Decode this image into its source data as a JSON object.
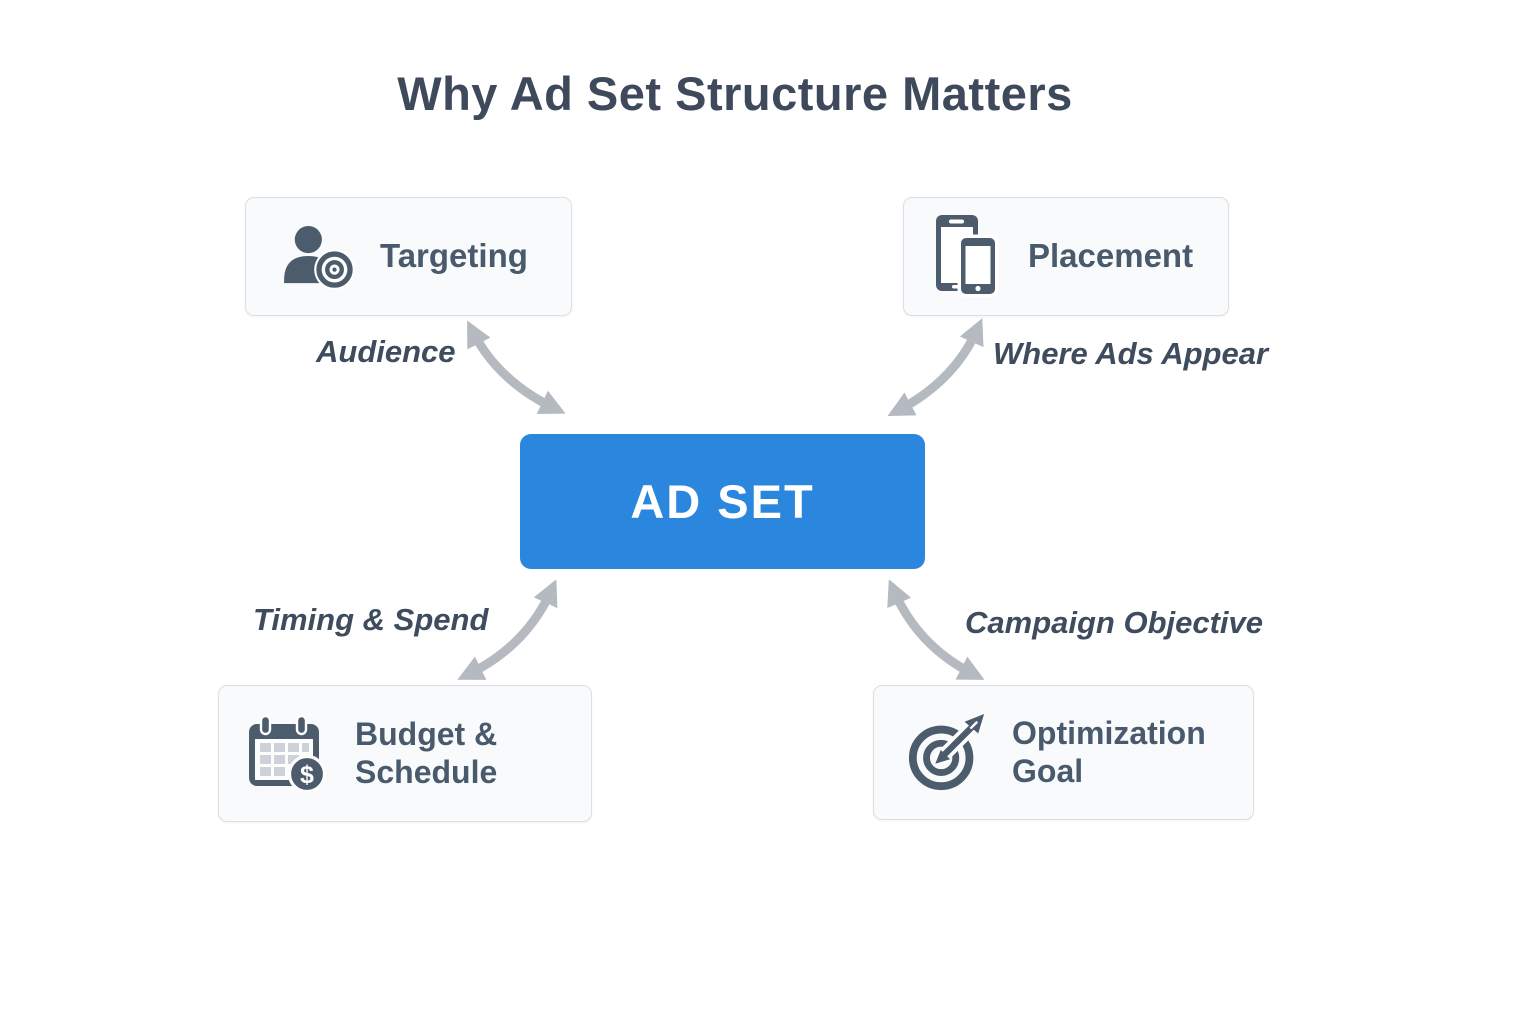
{
  "title": "Why Ad Set Structure Matters",
  "center": {
    "label": "AD SET"
  },
  "nodes": {
    "targeting": {
      "label": "Targeting",
      "annotation": "Audience",
      "icon": "audience-target-icon"
    },
    "placement": {
      "label": "Placement",
      "annotation": "Where Ads Appear",
      "icon": "mobile-devices-icon"
    },
    "budget": {
      "label": "Budget & Schedule",
      "annotation": "Timing & Spend",
      "icon": "calendar-dollar-icon"
    },
    "optimization": {
      "label": "Optimization Goal",
      "annotation": "Campaign Objective",
      "icon": "target-arrow-icon"
    }
  },
  "colors": {
    "center_bg": "#2b86dd",
    "center_text": "#ffffff",
    "card_bg": "#f9fafb",
    "card_border": "#dcdfe3",
    "card_text": "#485a6c",
    "icon": "#4d5c6c",
    "title_text": "#3e4a5b",
    "annotation_text": "#3e4c5e",
    "arrow": "#b5bac0",
    "background": "#ffffff"
  }
}
